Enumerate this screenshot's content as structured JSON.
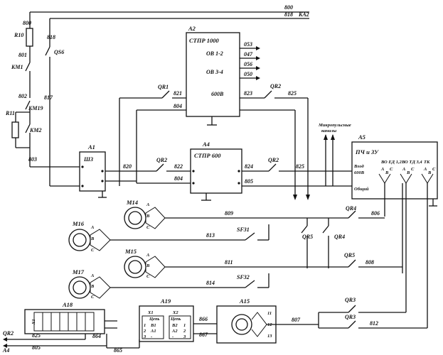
{
  "top_bus": {
    "wire_a": "800",
    "wire_b": "818",
    "label_ka2": "KA2"
  },
  "left_chain": {
    "r10": "R10",
    "r11": "R11",
    "km1": "KM1",
    "km2": "KM2",
    "km19": "KM19",
    "qs6": "QS6",
    "w800": "800",
    "w801": "801",
    "w802": "802",
    "w803": "803",
    "w817": "817",
    "w818": "818"
  },
  "a2": {
    "ref": "A2",
    "title": "СТПР 1000",
    "ov12": "ОВ 1-2",
    "ov34": "ОВ 3-4",
    "v600": "600В",
    "outputs": [
      "053",
      "047",
      "056",
      "050"
    ]
  },
  "a4": {
    "ref": "A4",
    "title": "СТПР 600"
  },
  "a1": {
    "ref": "A1",
    "inner": "ШЗ"
  },
  "a5": {
    "ref": "A5",
    "title": "ПЧ и ЗУ",
    "groups": [
      "ВО ЕД 1,2",
      "ВО ТД 3,4",
      "ТК"
    ],
    "vhod": "Вход",
    "v600": "600В",
    "obshiy": "Общий",
    "phases": [
      "А",
      "В",
      "С"
    ],
    "upper_note": [
      "Микропульсные",
      "каналы"
    ]
  },
  "qr": {
    "qr1": "QR1",
    "qr2": "QR2",
    "qr3": "QR3",
    "qr4": "QR4",
    "qr5": "QR5"
  },
  "wires": {
    "w820": "820",
    "w821": "821",
    "w822": "822",
    "w823": "823",
    "w824": "824",
    "w825": "825",
    "w804": "804",
    "w805": "805",
    "w806": "806",
    "w807": "807",
    "w808": "808",
    "w809": "809",
    "w811": "811",
    "w812": "812",
    "w813": "813",
    "w814": "814",
    "w864": "864",
    "w865": "865",
    "w866": "866",
    "w867": "867"
  },
  "motors": {
    "m14": "M14",
    "m15": "M15",
    "m16": "M16",
    "m17": "M17",
    "phase_a": "A",
    "phase_b": "B",
    "phase_c": "C"
  },
  "breakers": {
    "sf31": "SF31",
    "sf32": "SF32"
  },
  "a18": {
    "ref": "A18",
    "x1": "Х1"
  },
  "a19": {
    "ref": "A19",
    "x1": "Х1",
    "x2": "Х2",
    "cep": "Цепь",
    "x1_rows": [
      [
        "1",
        "В1"
      ],
      [
        "2",
        "А1"
      ],
      [
        "3",
        "-"
      ]
    ],
    "x2_rows": [
      [
        "В2",
        "1"
      ],
      [
        "А2",
        "2"
      ],
      [
        "-",
        "3"
      ]
    ]
  },
  "a15": {
    "ref": "A15",
    "pins": [
      "11",
      "12",
      "13"
    ]
  },
  "bottom_left": {
    "qr2": "QR2",
    "a4": "A4",
    "w825": "825",
    "w805": "805"
  }
}
